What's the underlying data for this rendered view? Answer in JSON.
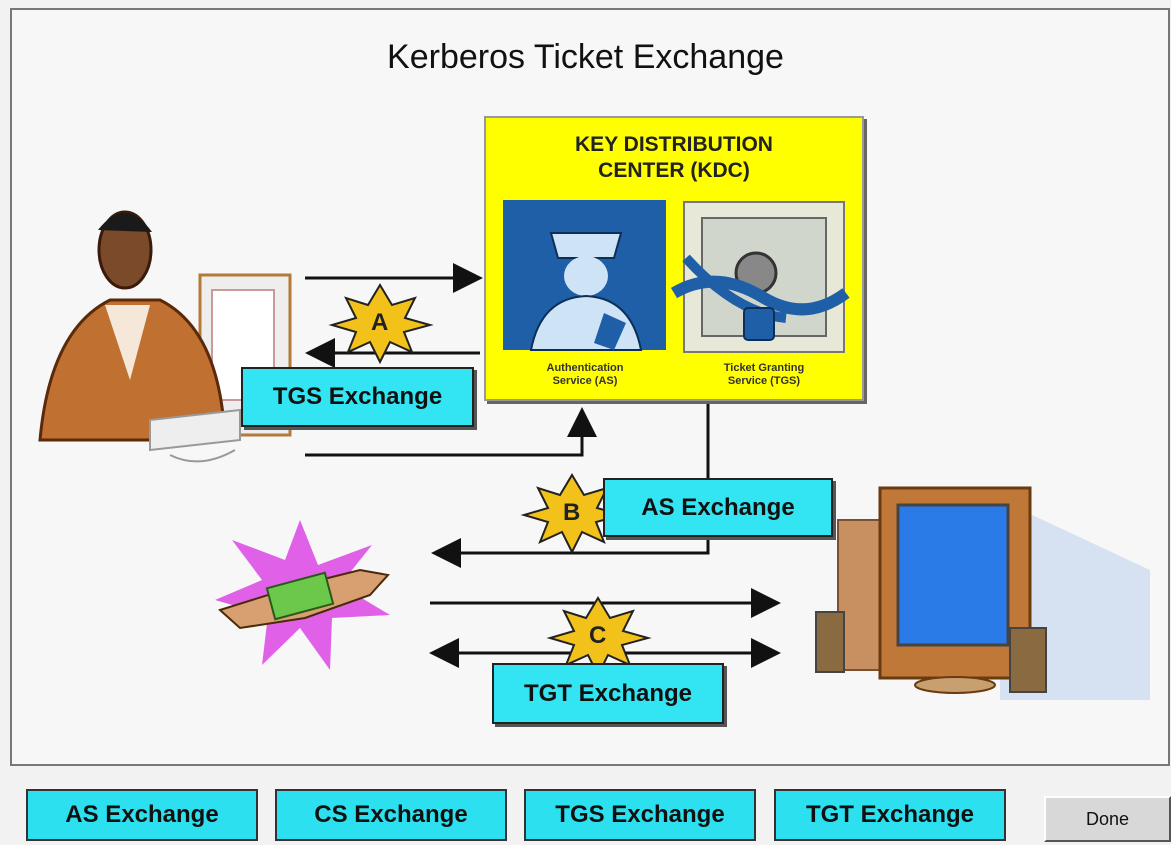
{
  "diagram": {
    "title": "Kerberos Ticket Exchange",
    "kdc": {
      "title_line1": "KEY DISTRIBUTION",
      "title_line2": "CENTER (KDC)",
      "as_label_line1": "Authentication",
      "as_label_line2": "Service (AS)",
      "tgs_label_line1": "Ticket Granting",
      "tgs_label_line2": "Service (TGS)"
    },
    "badges": {
      "a": "A",
      "b": "B",
      "c": "C"
    },
    "exchange_labels": {
      "a": "TGS Exchange",
      "b": "AS Exchange",
      "c": "TGT Exchange"
    }
  },
  "buttons": {
    "as_exchange": "AS Exchange",
    "cs_exchange": "CS Exchange",
    "tgs_exchange": "TGS Exchange",
    "tgt_exchange": "TGT Exchange",
    "done": "Done"
  },
  "colors": {
    "kdc_background": "#ffff00",
    "label_cyan": "#33e5f2",
    "starburst": "#e060e8",
    "arrow": "#111111"
  }
}
